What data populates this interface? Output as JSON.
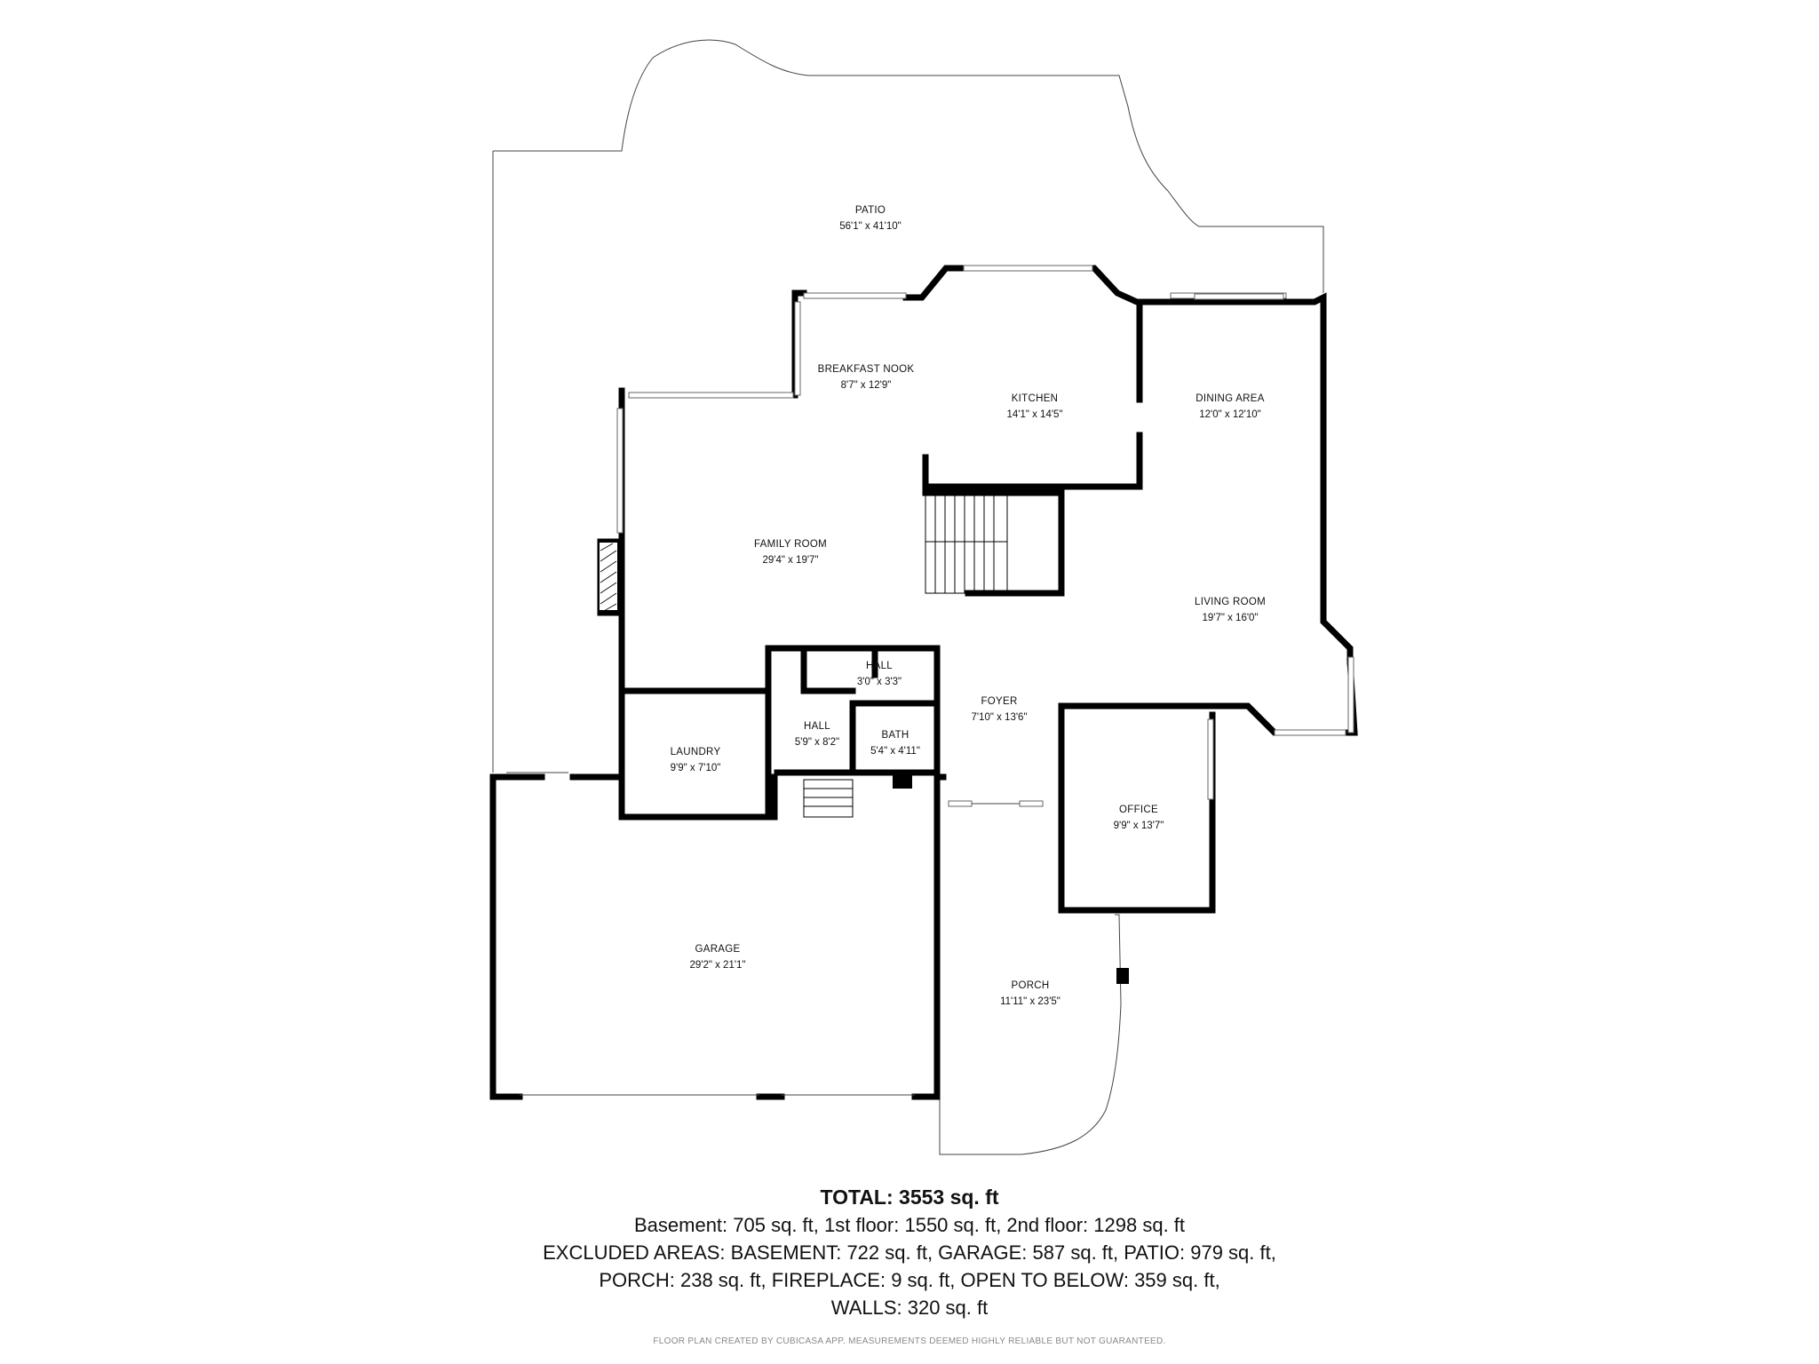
{
  "rooms": [
    {
      "name": "PATIO",
      "dims": "56'1\" x 41'10\""
    },
    {
      "name": "BREAKFAST NOOK",
      "dims": "8'7\" x 12'9\""
    },
    {
      "name": "KITCHEN",
      "dims": "14'1\" x 14'5\""
    },
    {
      "name": "DINING AREA",
      "dims": "12'0\" x 12'10\""
    },
    {
      "name": "FAMILY ROOM",
      "dims": "29'4\" x 19'7\""
    },
    {
      "name": "LIVING ROOM",
      "dims": "19'7\" x 16'0\""
    },
    {
      "name": "HALL",
      "dims": "3'0\" x 3'3\""
    },
    {
      "name": "FOYER",
      "dims": "7'10\" x 13'6\""
    },
    {
      "name": "HALL",
      "dims": "5'9\" x 8'2\""
    },
    {
      "name": "BATH",
      "dims": "5'4\" x 4'11\""
    },
    {
      "name": "LAUNDRY",
      "dims": "9'9\" x 7'10\""
    },
    {
      "name": "OFFICE",
      "dims": "9'9\" x 13'7\""
    },
    {
      "name": "GARAGE",
      "dims": "29'2\" x 21'1\""
    },
    {
      "name": "PORCH",
      "dims": "11'11\" x 23'5\""
    }
  ],
  "summary": {
    "total": "TOTAL: 3553 sq. ft",
    "line1": "Basement: 705 sq. ft, 1st floor: 1550 sq. ft, 2nd floor: 1298 sq. ft",
    "line2": "EXCLUDED AREAS: BASEMENT: 722 sq. ft, GARAGE: 587 sq. ft, PATIO: 979 sq. ft,",
    "line3": "PORCH: 238 sq. ft, FIREPLACE: 9 sq. ft, OPEN TO BELOW: 359 sq. ft,",
    "line4": "WALLS: 320 sq. ft"
  },
  "footer": "FLOOR PLAN CREATED BY CUBICASA APP. MEASUREMENTS DEEMED HIGHLY RELIABLE BUT NOT GUARANTEED."
}
